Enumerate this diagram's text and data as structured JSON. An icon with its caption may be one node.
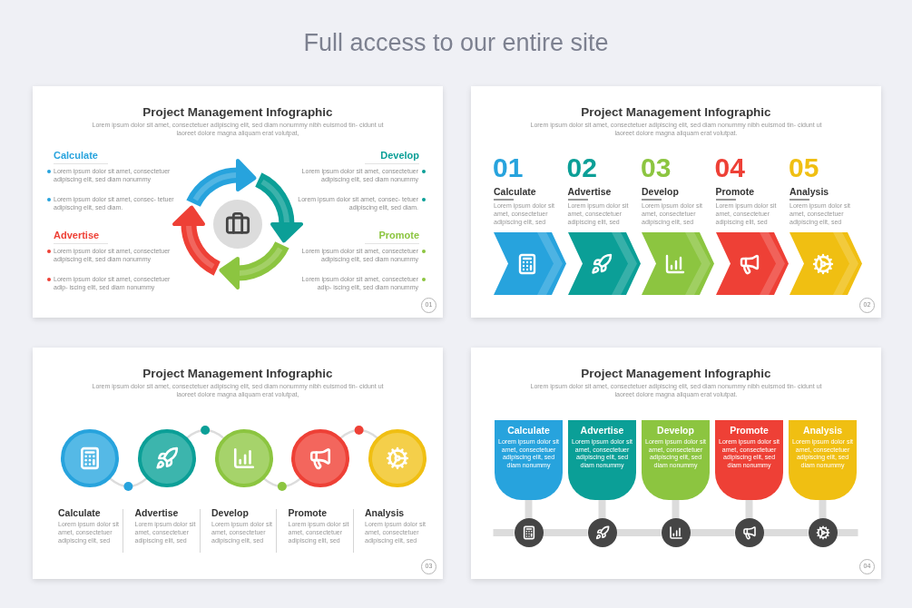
{
  "diagram": {
    "title": "Full access to our entire site",
    "nodes": [
      {
        "text": [
          "Project Management Infographic",
          "Lorem ipsum dolor sit amet, consectetuer adipiscing elit, sed diam nonummy nibh euismod tin- cidunt ut laoreet dolore magna aliquam erat volutpat,"
        ]
      },
      {
        "text": [
          "01"
        ],
        "in": 0
      },
      {
        "text": [
          "Project Management Infographic",
          "Lorem ipsum dolor sit amet, consectetuer adipiscing elit, sed diam nonummy nibh euismod tin- cidunt ut laoreet dolore magna aliquam erat volutpat."
        ]
      },
      {
        "text": [],
        "shape": "chevron",
        "in": 2
      },
      {
        "text": [],
        "shape": "chevron",
        "in": 2
      },
      {
        "text": [],
        "shape": "chevron",
        "in": 2
      },
      {
        "text": [],
        "shape": "chevron",
        "in": 2
      },
      {
        "text": [],
        "shape": "chevron",
        "in": 2
      },
      {
        "text": [
          "02"
        ],
        "in": 2
      },
      {
        "text": [
          "Project Management Infographic",
          "Lorem ipsum dolor sit amet, consectetuer adipiscing elit, sed diam nonummy nibh euismod tin- cidunt ut laoreet dolore magna aliquam erat volutpat,"
        ]
      },
      {
        "text": [],
        "shape": "circle",
        "in": 9
      },
      {
        "text": [],
        "shape": "circle",
        "in": 9
      },
      {
        "text": [],
        "shape": "circle",
        "in": 9
      },
      {
        "text": [],
        "shape": "circle",
        "in": 9
      },
      {
        "text": [],
        "shape": "circle",
        "in": 9
      },
      {
        "text": [
          "03"
        ],
        "in": 9
      },
      {
        "text": [
          "Project Management Infographic",
          "Lorem ipsum dolor sit amet, consectetuer adipiscing elit, sed diam nonummy nibh euismod tin- cidunt ut laoreet dolore magna aliquam erat volutpat."
        ]
      },
      {
        "text": [
          "Calculate",
          "Lorem ipsum dolor sit amet, consectetuer adipiscing elit, sed diam nonummy"
        ],
        "in": 16
      },
      {
        "text": [
          "Advertise",
          "Lorem ipsum dolor sit amet, consectetuer adipiscing elit, sed diam nonummy"
        ],
        "in": 16
      },
      {
        "text": [
          "Develop",
          "Lorem ipsum dolor sit amet, consectetuer adipiscing elit, sed diam nonummy"
        ],
        "in": 16
      },
      {
        "text": [
          "Promote",
          "Lorem ipsum dolor sit amet, consectetuer adipiscing elit, sed diam nonummy"
        ],
        "in": 16
      },
      {
        "text": [
          "Analysis",
          "Lorem ipsum dolor sit amet, consectetuer adipiscing elit, sed diam nonummy"
        ],
        "in": 16
      },
      {
        "text": [],
        "shape": "circle",
        "in": 16
      },
      {
        "text": [],
        "shape": "circle",
        "in": 16
      },
      {
        "text": [],
        "shape": "circle",
        "in": 16
      },
      {
        "text": [],
        "shape": "circle",
        "in": 16
      },
      {
        "text": [],
        "shape": "circle",
        "in": 16
      },
      {
        "text": [
          "04"
        ],
        "in": 16
      }
    ],
    "edges": [
      {
        "from": 10,
        "to": 11,
        "arrow": "none"
      },
      {
        "from": 11,
        "to": 12,
        "arrow": "none"
      },
      {
        "from": 12,
        "to": 13,
        "arrow": "none"
      },
      {
        "from": 13,
        "to": 14,
        "arrow": "none"
      },
      {
        "from": 17,
        "to": 22,
        "arrow": "none"
      },
      {
        "from": 18,
        "to": 23,
        "arrow": "none"
      },
      {
        "from": 19,
        "to": 24,
        "arrow": "none"
      },
      {
        "from": 20,
        "to": 25,
        "arrow": "none"
      },
      {
        "from": 21,
        "to": 26,
        "arrow": "none"
      },
      {
        "from": null,
        "to": 22,
        "arrow": "none"
      },
      {
        "from": 22,
        "to": 23,
        "arrow": "none"
      },
      {
        "from": 23,
        "to": 24,
        "arrow": "none"
      },
      {
        "from": 24,
        "to": 25,
        "arrow": "none"
      },
      {
        "from": 25,
        "to": 26,
        "arrow": "none"
      },
      {
        "from": 26,
        "to": null,
        "arrow": "none"
      }
    ],
    "labels": [
      "Calculate",
      "Lorem ipsum dolor sit amet, consectetuer adipiscing elit, sed diam nonummy",
      "Lorem ipsum dolor sit amet, consec- tetuer adipiscing elit, sed diam.",
      "Develop",
      "Lorem ipsum dolor sit amet, consectetuer adipiscing elit, sed diam nonummy",
      "Lorem ipsum dolor sit amet, consec- tetuer adipiscing elit, sed diam.",
      "Advertise",
      "Lorem ipsum dolor sit amet, consectetuer adipiscing elit, sed diam nonummy",
      "Lorem ipsum dolor sit amet, consectetuer adip- iscing elit, sed diam nonummy",
      "Promote",
      "Lorem ipsum dolor sit amet, consectetuer adipiscing elit, sed diam nonummy",
      "Lorem ipsum dolor sit amet, consectetuer adip- iscing elit, sed diam nonummy",
      "01",
      "Calculate",
      "Lorem ipsum dolor sit amet, consectetuer adipiscing elit, sed",
      "02",
      "Advertise",
      "Lorem ipsum dolor sit amet, consectetuer adipiscing elit, sed",
      "03",
      "Develop",
      "Lorem ipsum dolor sit amet, consectetuer adipiscing elit, sed",
      "04",
      "Promote",
      "Lorem ipsum dolor sit amet, consectetuer adipiscing elit, sed",
      "05",
      "Analysis",
      "Lorem ipsum dolor sit amet, consectetuer adipiscing elit, sed",
      "Calculate",
      "Lorem ipsum dolor sit amet, consectetuer adipiscing elit, sed",
      "Advertise",
      "Lorem ipsum dolor sit amet, consectetuer adipiscing elit, sed",
      "Develop",
      "Lorem ipsum dolor sit amet, consectetuer adipiscing elit, sed",
      "Promote",
      "Lorem ipsum dolor sit amet, consectetuer adipiscing elit, sed",
      "Analysis",
      "Lorem ipsum dolor sit amet, consectetuer adipiscing elit, sed"
    ]
  }
}
